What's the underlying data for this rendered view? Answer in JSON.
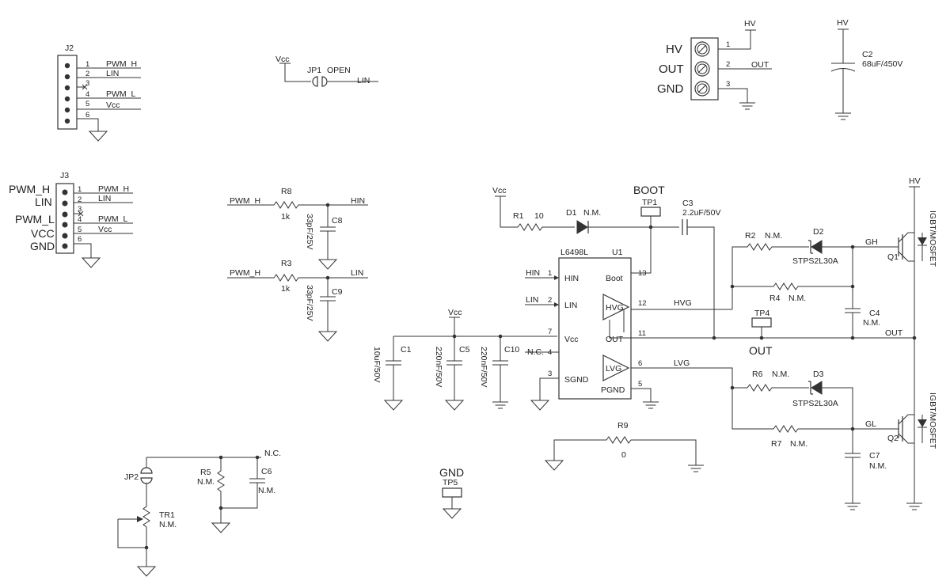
{
  "connectors": {
    "j2": {
      "ref": "J2",
      "pins": [
        "1",
        "2",
        "3",
        "4",
        "5",
        "6"
      ],
      "nets": [
        "PWM_H",
        "LIN",
        "PWM_L",
        "Vcc"
      ]
    },
    "j3": {
      "ref": "J3",
      "pins": [
        "1",
        "2",
        "3",
        "4",
        "5",
        "6"
      ],
      "nets": [
        "PWM_H",
        "LIN",
        "PWM_L",
        "Vcc"
      ],
      "side_labels": [
        "PWM_H",
        "LIN",
        "PWM_L",
        "VCC",
        "GND"
      ]
    },
    "terminal": {
      "side_labels": [
        "HV",
        "OUT",
        "GND"
      ],
      "pins": [
        "1",
        "2",
        "3"
      ],
      "nets": [
        "HV",
        "OUT"
      ]
    }
  },
  "jumpers": {
    "jp1": {
      "ref": "JP1",
      "state": "OPEN",
      "supply": "Vcc",
      "net": "LIN"
    },
    "jp2": {
      "ref": "JP2"
    }
  },
  "filters": {
    "r8": {
      "ref": "R8",
      "value": "1k",
      "in_net": "PWM_H",
      "out_net": "HIN"
    },
    "c8": {
      "ref": "C8",
      "value": "33pF/25V"
    },
    "r3": {
      "ref": "R3",
      "value": "1k",
      "in_net": "PWM_H",
      "out_net": "LIN"
    },
    "c9": {
      "ref": "C9",
      "value": "33pF/25V"
    }
  },
  "supply_caps": {
    "vcc": "Vcc",
    "c1": {
      "ref": "C1",
      "value": "10uF/50V"
    },
    "c5": {
      "ref": "C5",
      "value": "220nF/50V"
    },
    "c10": {
      "ref": "C10",
      "value": "220nF/50V"
    }
  },
  "hv_cap": {
    "net": "HV",
    "ref": "C2",
    "value": "68uF/450V"
  },
  "bootstrap": {
    "vcc": "Vcc",
    "r1": {
      "ref": "R1",
      "value": "10"
    },
    "d1": {
      "ref": "D1",
      "value": "N.M."
    },
    "tp1": {
      "ref": "TP1",
      "title": "BOOT"
    },
    "c3": {
      "ref": "C3",
      "value": "2.2uF/50V"
    }
  },
  "driver": {
    "part": "L6498L",
    "ref": "U1",
    "pins": {
      "hin": "HIN",
      "hin_num": "1",
      "lin": "LIN",
      "lin_num": "2",
      "vcc": "Vcc",
      "vcc_num": "7",
      "nc": "N.C.",
      "nc_num": "4",
      "sgnd": "SGND",
      "sgnd_num": "3",
      "boot": "Boot",
      "boot_num": "13",
      "hvg": "HVG",
      "hvg_num": "12",
      "out": "OUT",
      "out_num": "11",
      "lvg": "LVG",
      "lvg_num": "6",
      "pgnd": "PGND",
      "pgnd_num": "5"
    },
    "ext_hin": "HIN",
    "ext_lin": "LIN",
    "net_hvg": "HVG",
    "net_lvg": "LVG",
    "nc_label": "N.C."
  },
  "high_side": {
    "r2": {
      "ref": "R2",
      "value": "N.M."
    },
    "d2": {
      "ref": "D2",
      "value": "STPS2L30A"
    },
    "r4": {
      "ref": "R4",
      "value": "N.M."
    },
    "c4": {
      "ref": "C4",
      "value": "N.M."
    },
    "gh": "GH",
    "q1": {
      "ref": "Q1",
      "type": "IGBT/MOSFET"
    },
    "hv": "HV"
  },
  "output": {
    "net": "OUT",
    "tp4": "TP4",
    "label": "OUT"
  },
  "low_side": {
    "r6": {
      "ref": "R6",
      "value": "N.M."
    },
    "d3": {
      "ref": "D3",
      "value": "STPS2L30A"
    },
    "r7": {
      "ref": "R7",
      "value": "N.M."
    },
    "c7": {
      "ref": "C7",
      "value": "N.M."
    },
    "gl": "GL",
    "q2": {
      "ref": "Q2",
      "type": "IGBT/MOSFET"
    }
  },
  "r9": {
    "ref": "R9",
    "value": "0"
  },
  "tp5": {
    "ref": "TP5",
    "title": "GND"
  },
  "trim": {
    "nc": "N.C.",
    "r5": {
      "ref": "R5",
      "value": "N.M."
    },
    "c6": {
      "ref": "C6",
      "value": "N.M."
    },
    "tr1": {
      "ref": "TR1",
      "value": "N.M."
    }
  }
}
